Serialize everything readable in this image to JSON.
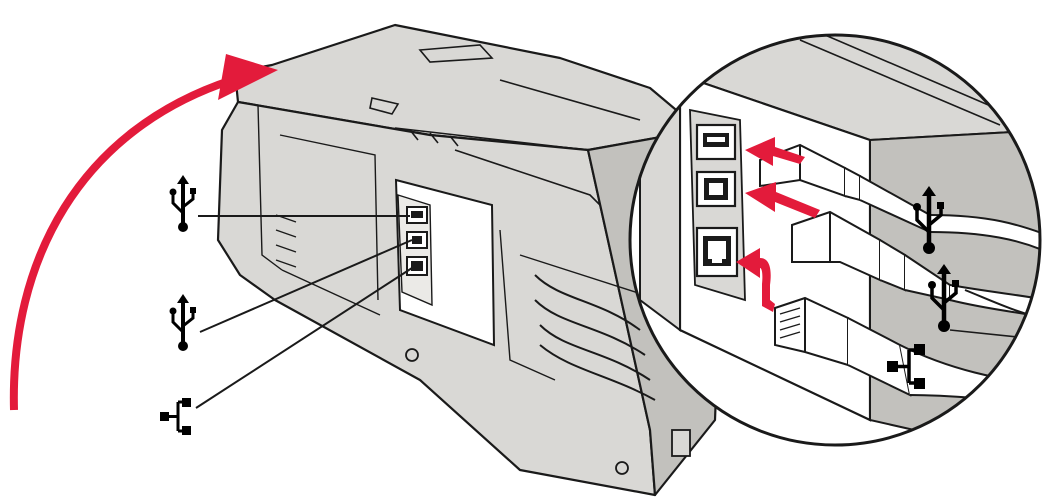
{
  "figure": {
    "kind": "printer rear connection illustration",
    "connectors": [
      {
        "id": "usb-a",
        "icon": "usb-icon"
      },
      {
        "id": "usb-b",
        "icon": "usb-icon"
      },
      {
        "id": "ethernet",
        "icon": "network-icon"
      }
    ]
  },
  "colors": {
    "accent": "#e31b3b",
    "body": "#d9d8d5",
    "body_dark": "#c2c1bd",
    "outline": "#1a1a1a",
    "panel": "#ffffff",
    "background": "#ffffff"
  }
}
